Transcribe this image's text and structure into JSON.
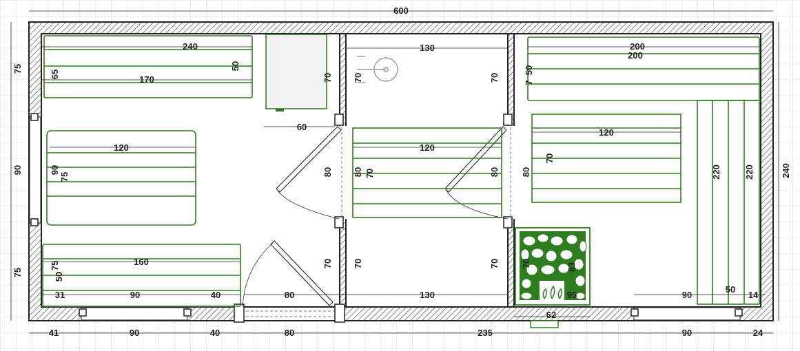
{
  "top_dims": [
    "600"
  ],
  "bottom_dims": [
    "41",
    "90",
    "40",
    "80",
    "235",
    "90",
    "24"
  ],
  "left_dims": [
    "75",
    "90",
    "75"
  ],
  "right_dims": [
    "240"
  ],
  "room1": {
    "bench_top": [
      "240",
      "170",
      "65",
      "50"
    ],
    "bench_mid": [
      "120",
      "90",
      "75"
    ],
    "bench_bottom": [
      "160",
      "90",
      "40",
      "31",
      "75",
      "50"
    ],
    "door": [
      "60",
      "80"
    ]
  },
  "room2": {
    "top": [
      "130",
      "70",
      "70"
    ],
    "bench": [
      "120",
      "80",
      "70",
      "80"
    ],
    "bottom": [
      "130",
      "70",
      "70"
    ],
    "side": [
      "80",
      "70",
      "70"
    ],
    "door_bottom": [
      "80"
    ]
  },
  "room3": {
    "bench_top": [
      "200",
      "200",
      "50",
      "7"
    ],
    "bench_mid": [
      "120",
      "70"
    ],
    "side": [
      "80",
      "220",
      "220"
    ],
    "stove": [
      "70",
      "83",
      "95",
      "62"
    ],
    "bottom": [
      "90",
      "50",
      "14"
    ]
  },
  "colors": {
    "bench": "#2e7d1f",
    "wall": "#222222",
    "grid": "#d9d9d9"
  }
}
